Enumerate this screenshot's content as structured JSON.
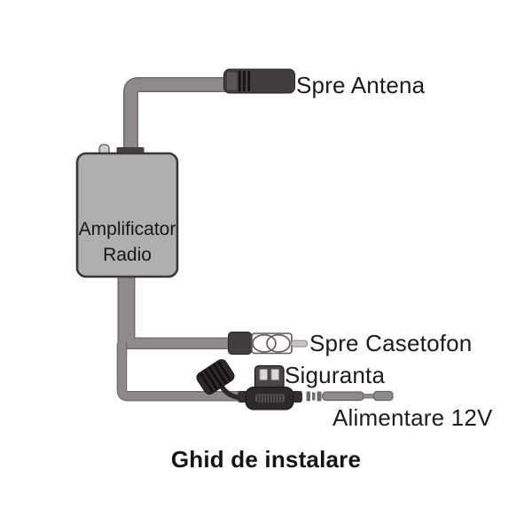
{
  "diagram": {
    "title": "Ghid de instalare",
    "amplifier": {
      "line1": "Amplificator",
      "line2": "Radio"
    },
    "labels": {
      "antenna": "Spre Antena",
      "cassette": "Spre Casetofon",
      "fuse": "Siguranta",
      "power": "Alimentare 12V"
    },
    "colors": {
      "background": "#ffffff",
      "box_fill": "#b1afae",
      "box_border": "#3a3738",
      "cable": "#8d8a89",
      "cable_outline": "#6e6b6a",
      "connector_dark": "#423e3f",
      "fuse_black": "#2d2929",
      "metal_light": "#c7c5c4",
      "text": "#1c1c1c"
    }
  }
}
